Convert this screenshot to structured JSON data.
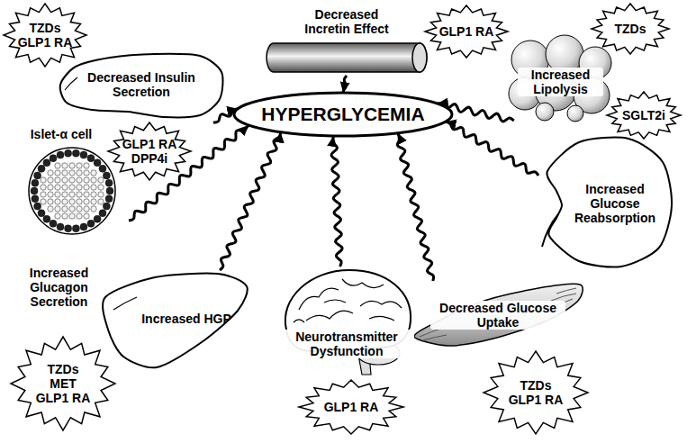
{
  "diagram": {
    "nodes": [
      {
        "text": [
          "TZDs",
          "GLP1 RA"
        ]
      },
      {
        "text": [
          "Decreased Insulin Secretion"
        ]
      },
      {
        "text": [
          "Decreased Incretin Effect"
        ]
      },
      {
        "text": [
          "GLP1 RA"
        ]
      },
      {
        "text": [
          "TZDs"
        ]
      },
      {
        "text": [
          "Increased Lipolysis"
        ]
      },
      {
        "text": [
          "HYPERGLYCEMIA"
        ]
      },
      {
        "text": [
          "Islet-α cell",
          "Increased Glucagon Secretion"
        ]
      },
      {
        "text": [
          "GLP1 RA",
          "DPP4i"
        ]
      },
      {
        "text": [
          "SGLT2i"
        ]
      },
      {
        "text": [
          "Increased Glucose Reabsorption"
        ]
      },
      {
        "text": [
          "Increased HGP"
        ]
      },
      {
        "text": [
          "Neurotransmitter Dysfunction"
        ]
      },
      {
        "text": [
          "Decreased Glucose Uptake"
        ]
      },
      {
        "text": [
          "TZDs",
          "MET",
          "GLP1 RA"
        ]
      },
      {
        "text": [
          "GLP1 RA"
        ]
      },
      {
        "text": [
          "TZDs",
          "GLP1 RA"
        ]
      }
    ],
    "edges": [
      {
        "from": 1,
        "to": 6,
        "arrow": "to"
      },
      {
        "from": 2,
        "to": 6,
        "arrow": "to"
      },
      {
        "from": 5,
        "to": 6,
        "arrow": "to"
      },
      {
        "from": 10,
        "to": 6,
        "arrow": "to"
      },
      {
        "from": 7,
        "to": 6,
        "arrow": "to"
      },
      {
        "from": 11,
        "to": 6,
        "arrow": "to"
      },
      {
        "from": 12,
        "to": 6,
        "arrow": "to"
      },
      {
        "from": 13,
        "to": 6,
        "arrow": "to"
      }
    ]
  }
}
